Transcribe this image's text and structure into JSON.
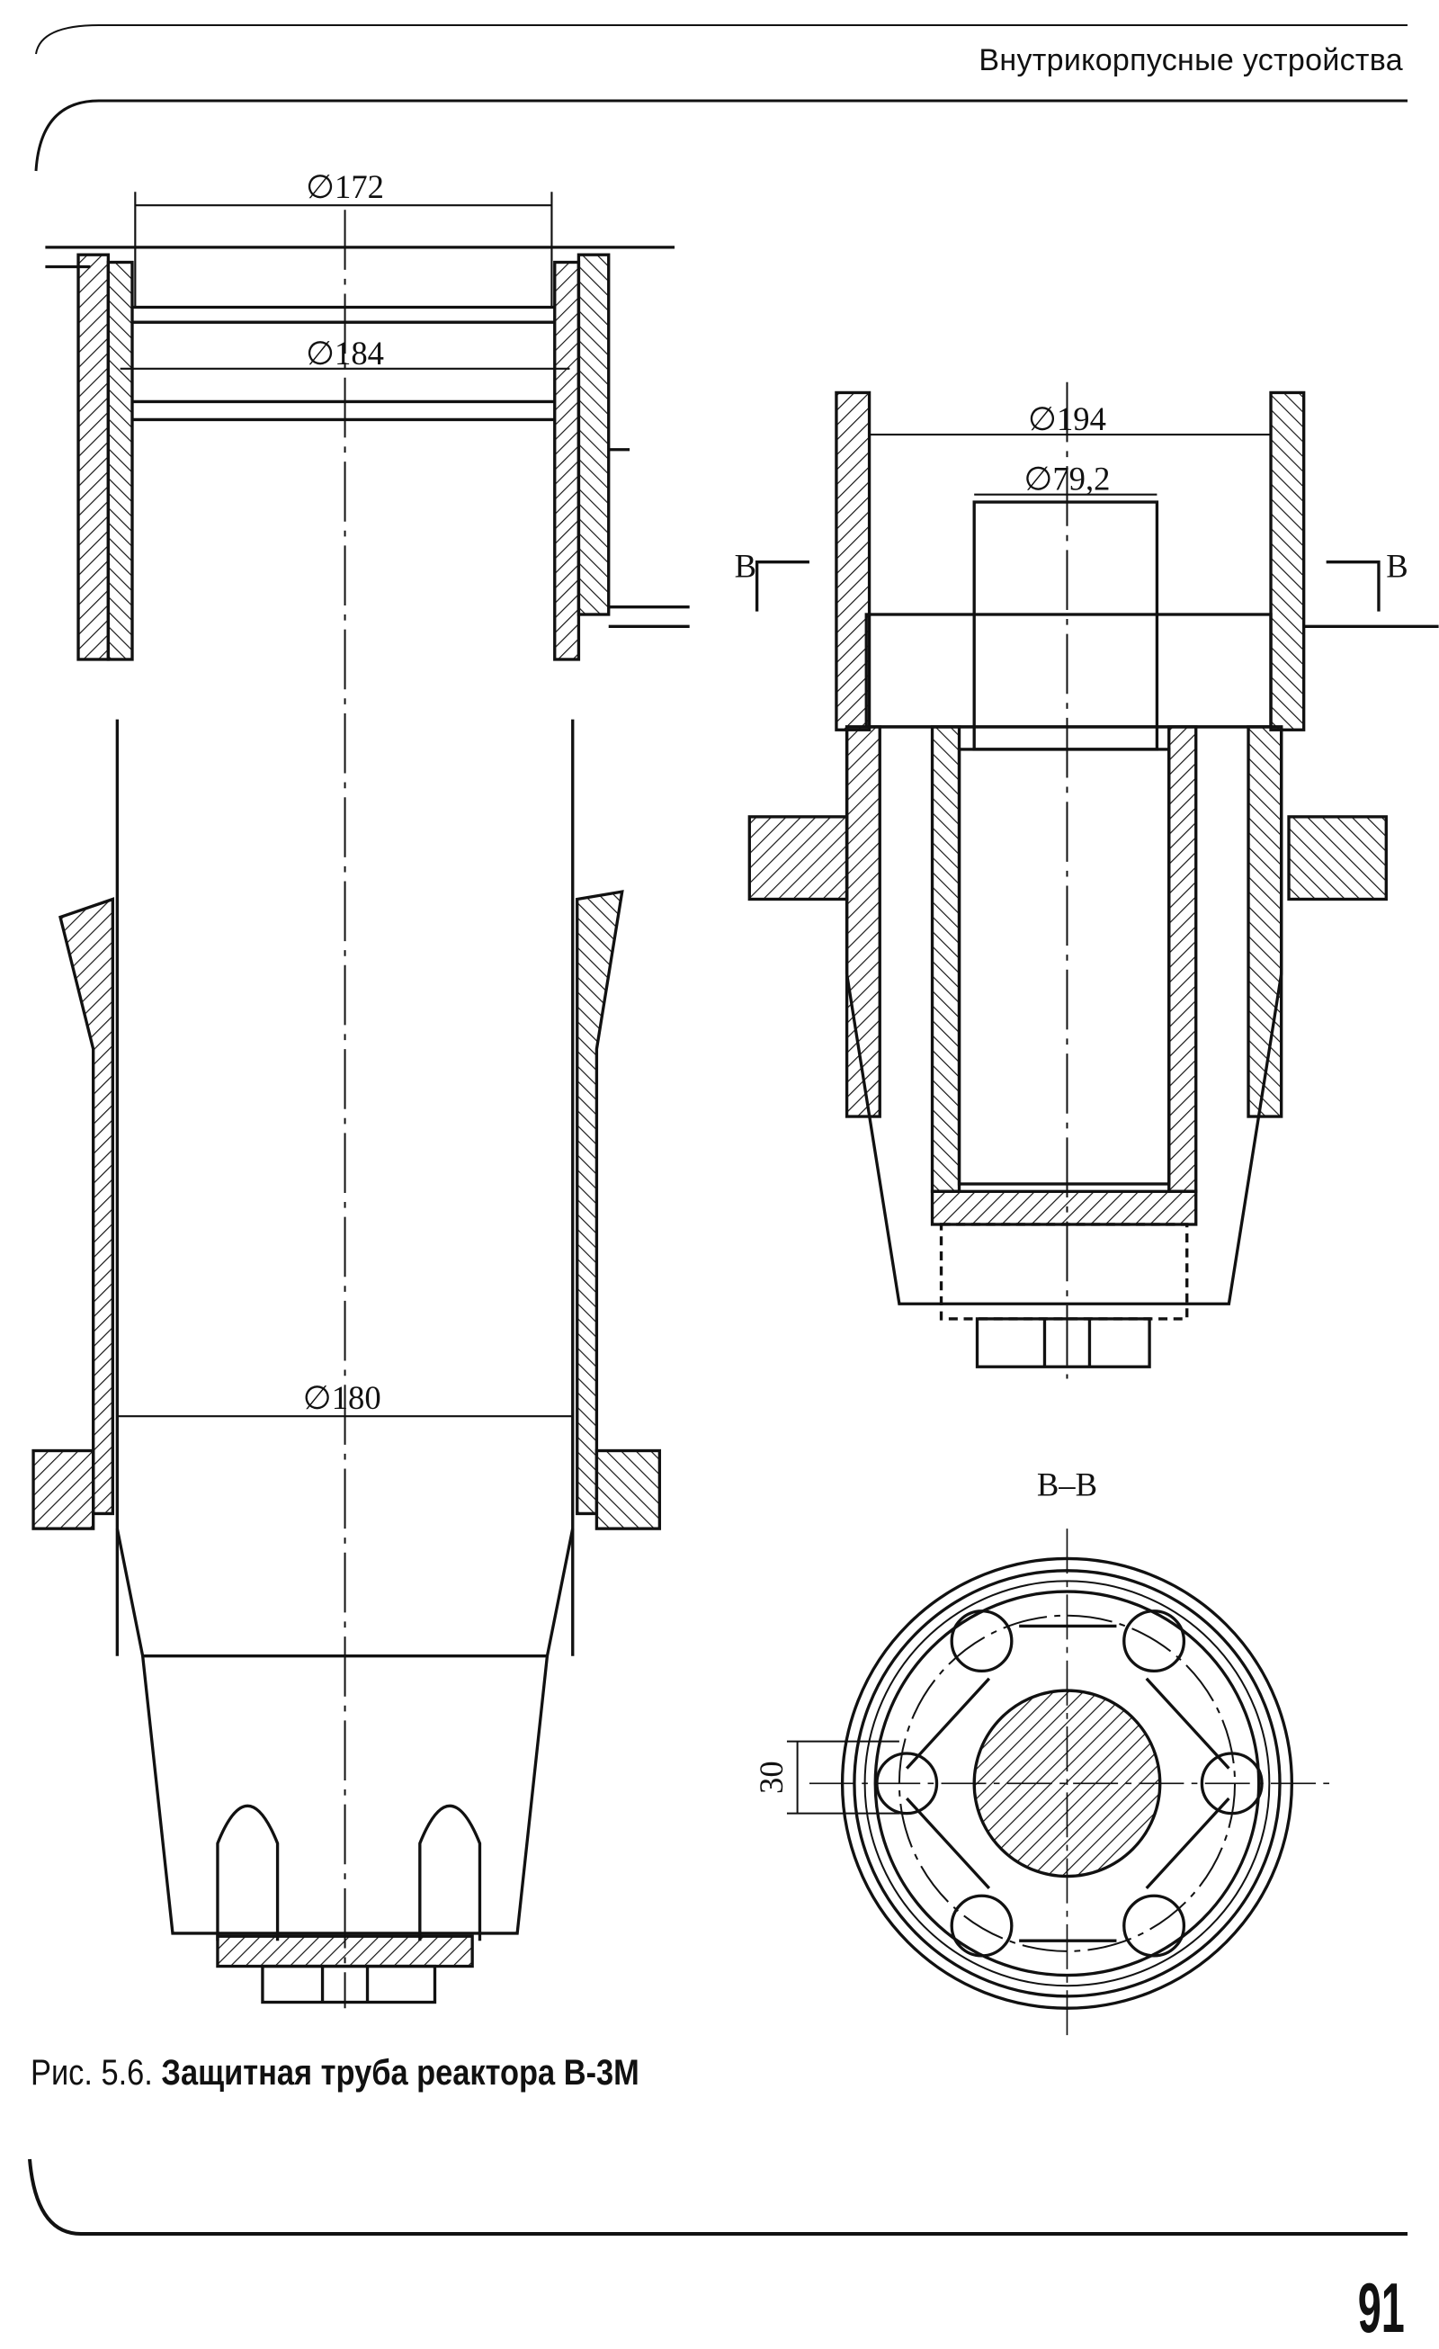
{
  "header": {
    "running_title": "Внутрикорпусные устройства"
  },
  "figure": {
    "dimensions": {
      "d172": "∅172",
      "d184": "∅184",
      "d180": "∅180",
      "d194": "∅194",
      "d79": "∅79,2",
      "w30": "30"
    },
    "section_marks": {
      "left": "B",
      "right": "B",
      "section_label": "B–B"
    }
  },
  "caption": {
    "prefix": "Рис. 5.6.",
    "title": "Защитная труба реактора В-3М"
  },
  "footer": {
    "page_number": "91"
  }
}
